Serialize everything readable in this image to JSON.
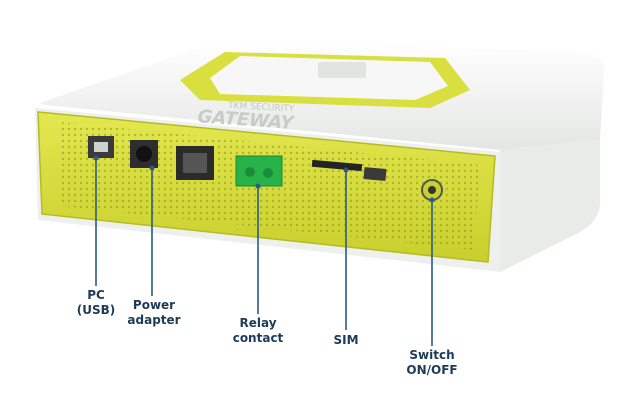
{
  "device": {
    "brand_text": "GATEWAY",
    "brand_prefix": "TKM SECURITY"
  },
  "ports": [
    {
      "id": "pc",
      "lines": [
        "PC",
        "(USB)"
      ]
    },
    {
      "id": "power",
      "lines": [
        "Power",
        "adapter"
      ]
    },
    {
      "id": "relay",
      "lines": [
        "Relay",
        "contact"
      ]
    },
    {
      "id": "sim",
      "lines": [
        "SIM"
      ]
    },
    {
      "id": "switch",
      "lines": [
        "Switch",
        "ON/OFF"
      ]
    }
  ],
  "colors": {
    "panel": "#d7dd3f",
    "panel_dark": "#b7bd22",
    "body": "#f4f5f4",
    "relay": "#27b34a",
    "leader": "#2c5a88",
    "label": "#1d3b59"
  }
}
